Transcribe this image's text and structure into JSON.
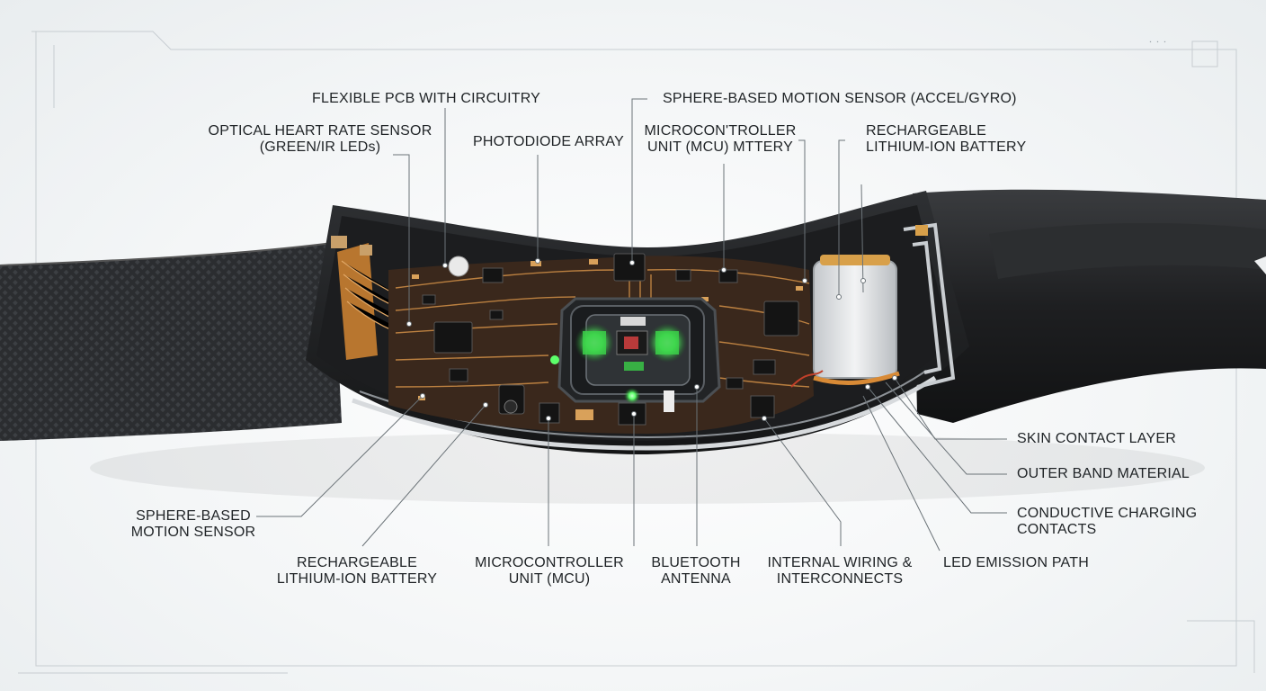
{
  "labels": {
    "flexible_pcb": [
      "FLEXIBLE PCB WITH CIRCUITRY"
    ],
    "optical_hr": [
      "OPTICAL HEART RATE SENSOR",
      "(GREEN/IR LEDs)"
    ],
    "photodiode": [
      "PHOTODIODE ARRAY"
    ],
    "sphere_motion_top": [
      "SPHERE-BASED MOTION SENSOR (ACCEL/GYRO)"
    ],
    "mcu_top": [
      "MICROCON'TROLLER",
      "UNIT (MCU) MTTERY"
    ],
    "battery_top": [
      "RECHARGEABLE",
      "LITHIUM-ION BATTERY"
    ],
    "skin_contact": [
      "SKIN CONTACT LAYER"
    ],
    "outer_band": [
      "OUTER BAND MATERIAL"
    ],
    "charging": [
      "CONDUCTIVE CHARGING",
      "CONTACTS"
    ],
    "sphere_motion_bottom": [
      "SPHERE-BASED",
      "MOTION SENSOR"
    ],
    "battery_bottom": [
      "RECHARGEABLE",
      "LITHIUM-ION BATTERY"
    ],
    "mcu_bottom": [
      "MICROCONTROLLER",
      "UNIT (MCU)"
    ],
    "bluetooth": [
      "BLUETOOTH",
      "ANTENNA"
    ],
    "wiring": [
      "INTERNAL WIRING &",
      "INTERCONNECTS"
    ],
    "led_path": [
      "LED EMISSION PATH"
    ]
  },
  "colors": {
    "band": "#2a2c2e",
    "band_texture": "#3a3c3f",
    "pcb": "#3b2a1f",
    "trace": "#c98a45",
    "led_green": "#5dff6a",
    "battery": "#d9dcdf",
    "leader": "#6b7378"
  }
}
